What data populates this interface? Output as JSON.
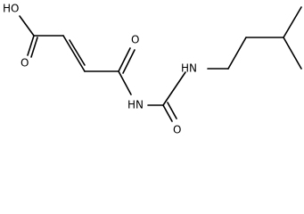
{
  "labels": {
    "hydroxyl": "HO",
    "carbonyl_oxygen_acid": "O",
    "carbonyl_oxygen_amide": "O",
    "imide_nh": "HN",
    "amide_nh": "HN",
    "urea_oxygen": "O"
  },
  "colors": {
    "bond": "#000000",
    "text": "#000000",
    "background": "#ffffff"
  }
}
